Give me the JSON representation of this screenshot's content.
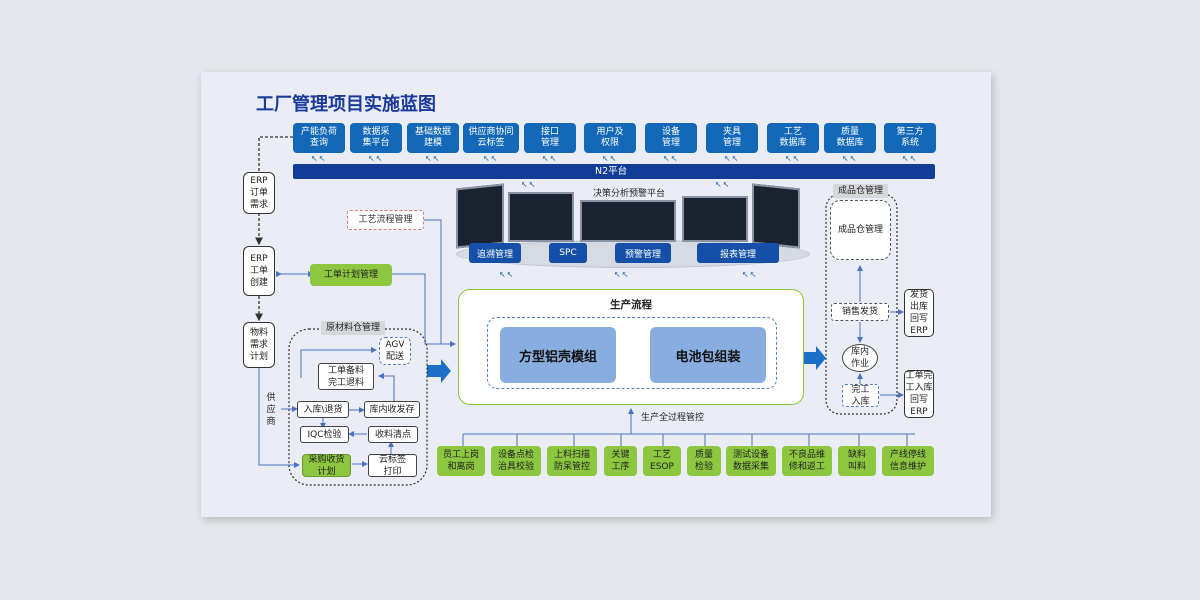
{
  "title": "工厂管理项目实施蓝图",
  "top_modules": [
    {
      "line1": "产能负荷",
      "line2": "查询"
    },
    {
      "line1": "数据采",
      "line2": "集平台"
    },
    {
      "line1": "基础数据",
      "line2": "建模"
    },
    {
      "line1": "供应商协同",
      "line2": "云标签"
    },
    {
      "line1": "接口",
      "line2": "管理"
    },
    {
      "line1": "用户及",
      "line2": "权限"
    },
    {
      "line1": "设备",
      "line2": "管理"
    },
    {
      "line1": "夹具",
      "line2": "管理"
    },
    {
      "line1": "工艺",
      "line2": "数据库"
    },
    {
      "line1": "质量",
      "line2": "数据库"
    },
    {
      "line1": "第三方",
      "line2": "系统"
    }
  ],
  "platform_bar": "N2平台",
  "decision_platform": {
    "title": "决策分析预警平台",
    "labels": [
      "追溯管理",
      "SPC",
      "预警管理",
      "报表管理"
    ]
  },
  "erp_chain": [
    {
      "lines": [
        "ERP",
        "订单",
        "需求"
      ]
    },
    {
      "lines": [
        "ERP",
        "工单",
        "创建"
      ]
    },
    {
      "lines": [
        "物料",
        "需求",
        "计划"
      ]
    }
  ],
  "process_mgmt": "工艺流程管理",
  "work_order_plan": "工单计划管理",
  "raw_warehouse": {
    "title": "原材料仓管理",
    "agv": [
      "AGV",
      "配送"
    ],
    "prep": [
      "工单备料",
      "完工退料"
    ],
    "inbound": "入库\\退货",
    "storage": "库内收发存",
    "iqc": "IQC检验",
    "count": "收料清点",
    "purchase": [
      "采购收货",
      "计划"
    ],
    "cloud_label": [
      "云标签",
      "打印"
    ],
    "supplier": [
      "供",
      "应",
      "商"
    ]
  },
  "production": {
    "title": "生产流程",
    "module1": "方型铝壳模组",
    "module2": "电池包组装",
    "control_label": "生产全过程管控"
  },
  "bottom_modules": [
    {
      "line1": "员工上岗",
      "line2": "和离岗"
    },
    {
      "line1": "设备点检",
      "line2": "治具校验"
    },
    {
      "line1": "上料扫描",
      "line2": "防呆管控"
    },
    {
      "line1": "关键",
      "line2": "工序"
    },
    {
      "line1": "工艺",
      "line2": "ESOP"
    },
    {
      "line1": "质量",
      "line2": "检验"
    },
    {
      "line1": "测试设备",
      "line2": "数据采集"
    },
    {
      "line1": "不良品维",
      "line2": "修和返工"
    },
    {
      "line1": "缺料",
      "line2": "叫料"
    },
    {
      "line1": "产线停线",
      "line2": "信息维护"
    }
  ],
  "finished_warehouse": {
    "title": "成品仓管理",
    "inner_title": "成品仓管理",
    "sales": "销售发货",
    "internal": [
      "库内",
      "作业"
    ],
    "completion": [
      "完工",
      "入库"
    ],
    "ship_erp": [
      "发货",
      "出库",
      "回写",
      "ERP"
    ],
    "complete_erp": [
      "工单完",
      "工入库",
      "回写",
      "ERP"
    ]
  },
  "colors": {
    "title": "#1a3a9a",
    "module_blue": "#1468b8",
    "platform_navy": "#123d96",
    "green": "#8dc63f",
    "process_module": "#88aee0"
  }
}
